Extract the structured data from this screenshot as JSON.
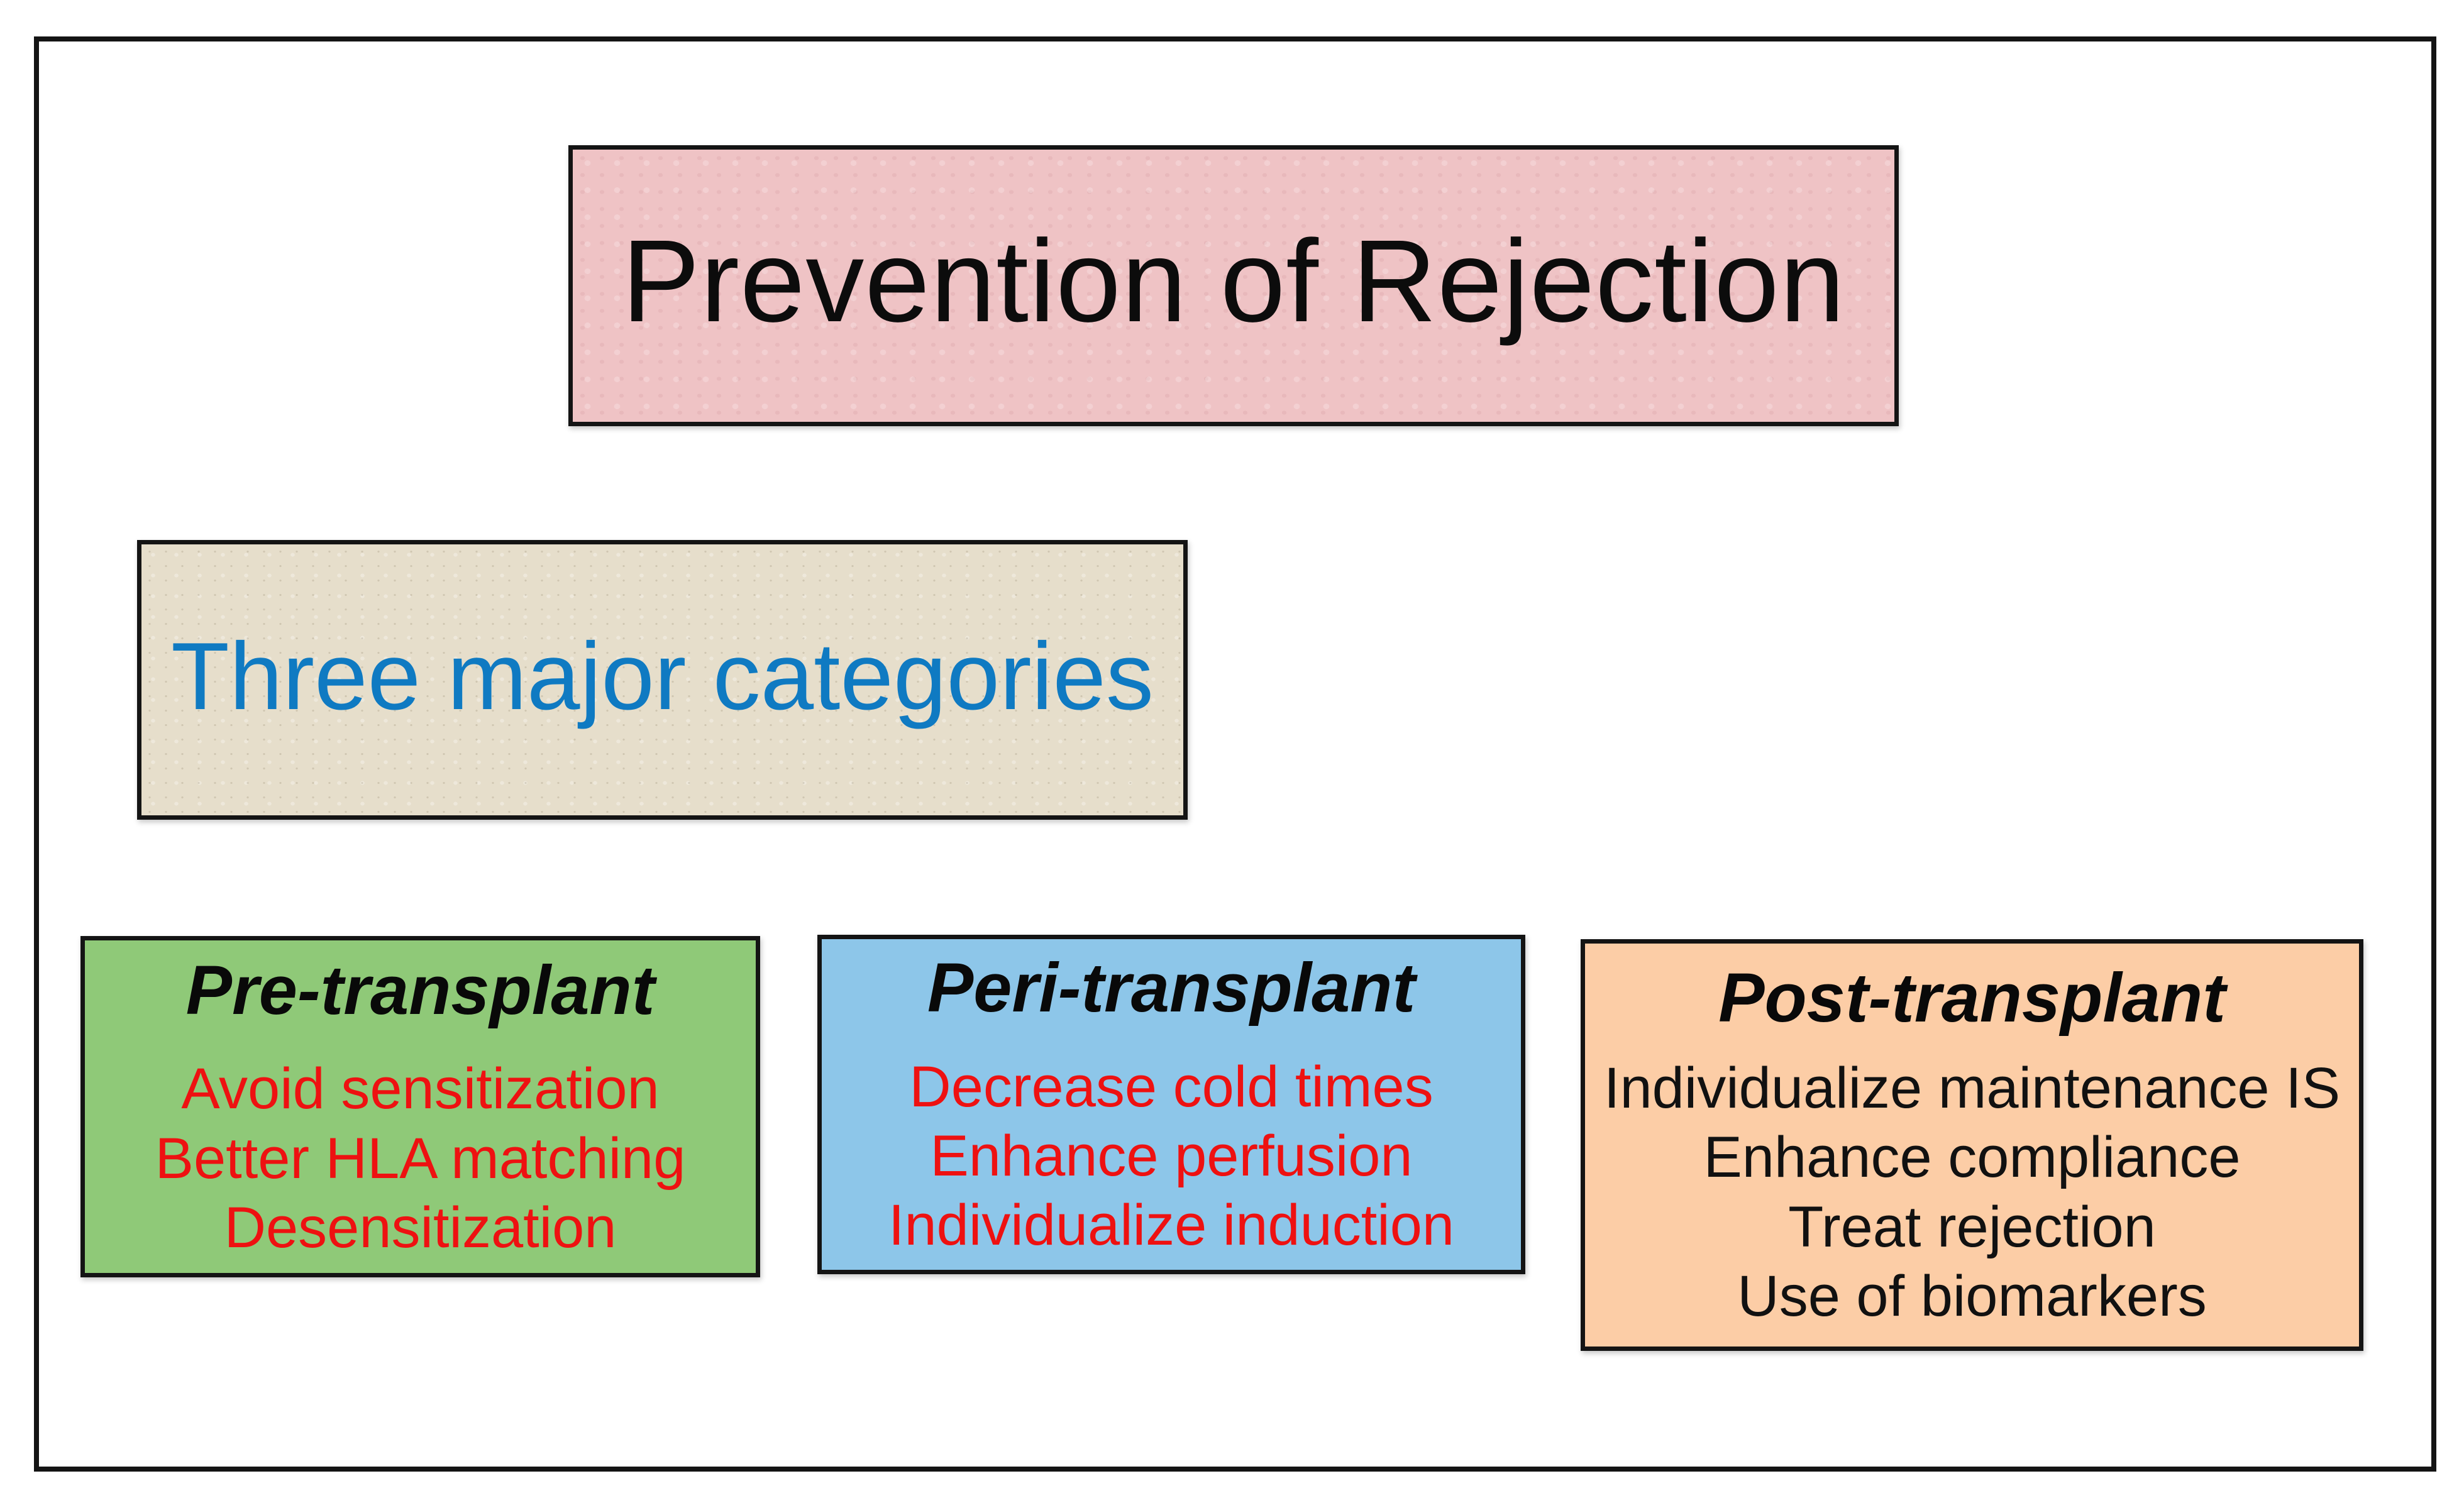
{
  "diagram": {
    "title": "Prevention of Rejection",
    "subtitle": "Three major categories",
    "categories": [
      {
        "name": "Pre-transplant",
        "items": [
          "Avoid sensitization",
          "Better HLA matching",
          "Desensitization"
        ]
      },
      {
        "name": "Peri-transplant",
        "items": [
          "Decrease cold times",
          "Enhance perfusion",
          "Individualize induction"
        ]
      },
      {
        "name": "Post-transplant",
        "items": [
          "Individualize maintenance IS",
          "Enhance compliance",
          "Treat rejection",
          "Use of biomarkers"
        ]
      }
    ],
    "colors": {
      "title_box_fill": "#efc3c5",
      "subtitle_box_fill": "#e6decb",
      "pre_box_fill": "#8fc978",
      "peri_box_fill": "#8dc6e9",
      "post_box_fill": "#fccda6",
      "connector_line": "#35629e",
      "subtitle_text": "#0f7ac2",
      "item_text_red": "#ee1111",
      "item_text_dark": "#111111",
      "box_border": "#141414"
    }
  }
}
